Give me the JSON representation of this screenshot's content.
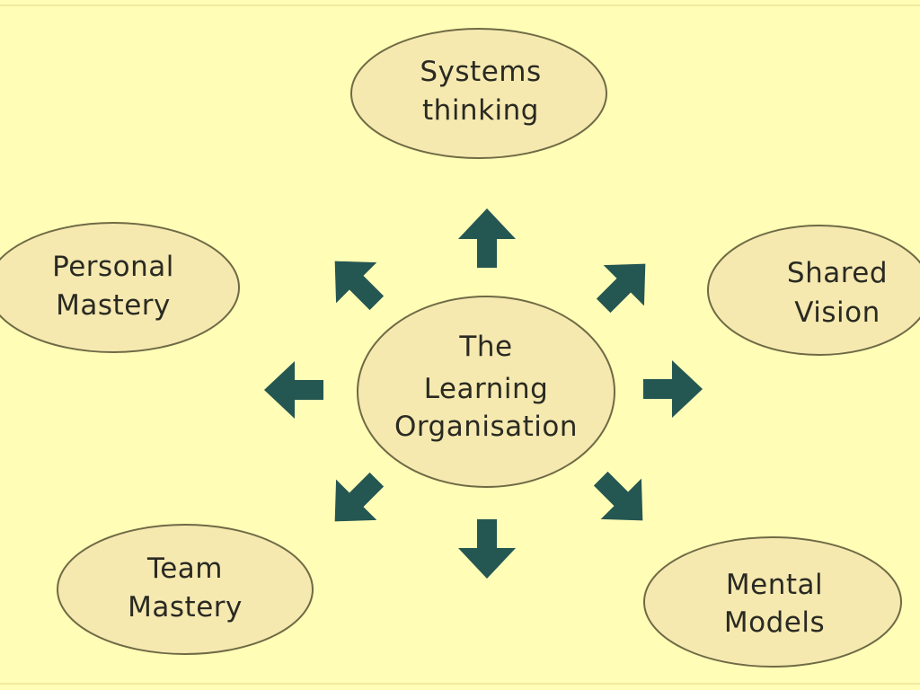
{
  "diagram": {
    "title": "The Learning Organisation",
    "colors": {
      "background": "#fffdb6",
      "node_fill": "#f5e9b0",
      "node_stroke": "#6f6a45",
      "arrow": "#245652",
      "text": "#2a2a22"
    },
    "center": {
      "lines": [
        "The",
        "Learning",
        "Organisation"
      ]
    },
    "nodes": [
      {
        "id": "systems-thinking",
        "lines": [
          "Systems",
          "thinking"
        ]
      },
      {
        "id": "personal-mastery",
        "lines": [
          "Personal",
          "Mastery"
        ]
      },
      {
        "id": "shared-vision",
        "lines": [
          "Shared",
          "Vision"
        ]
      },
      {
        "id": "team-mastery",
        "lines": [
          "Team",
          "Mastery"
        ]
      },
      {
        "id": "mental-models",
        "lines": [
          "Mental",
          "Models"
        ]
      }
    ],
    "arrows": [
      {
        "direction": "up",
        "icon": "arrow-up-icon"
      },
      {
        "direction": "up-left",
        "icon": "arrow-up-left-icon"
      },
      {
        "direction": "up-right",
        "icon": "arrow-up-right-icon"
      },
      {
        "direction": "left",
        "icon": "arrow-left-icon"
      },
      {
        "direction": "right",
        "icon": "arrow-right-icon"
      },
      {
        "direction": "down-left",
        "icon": "arrow-down-left-icon"
      },
      {
        "direction": "down-right",
        "icon": "arrow-down-right-icon"
      },
      {
        "direction": "down",
        "icon": "arrow-down-icon"
      }
    ]
  }
}
